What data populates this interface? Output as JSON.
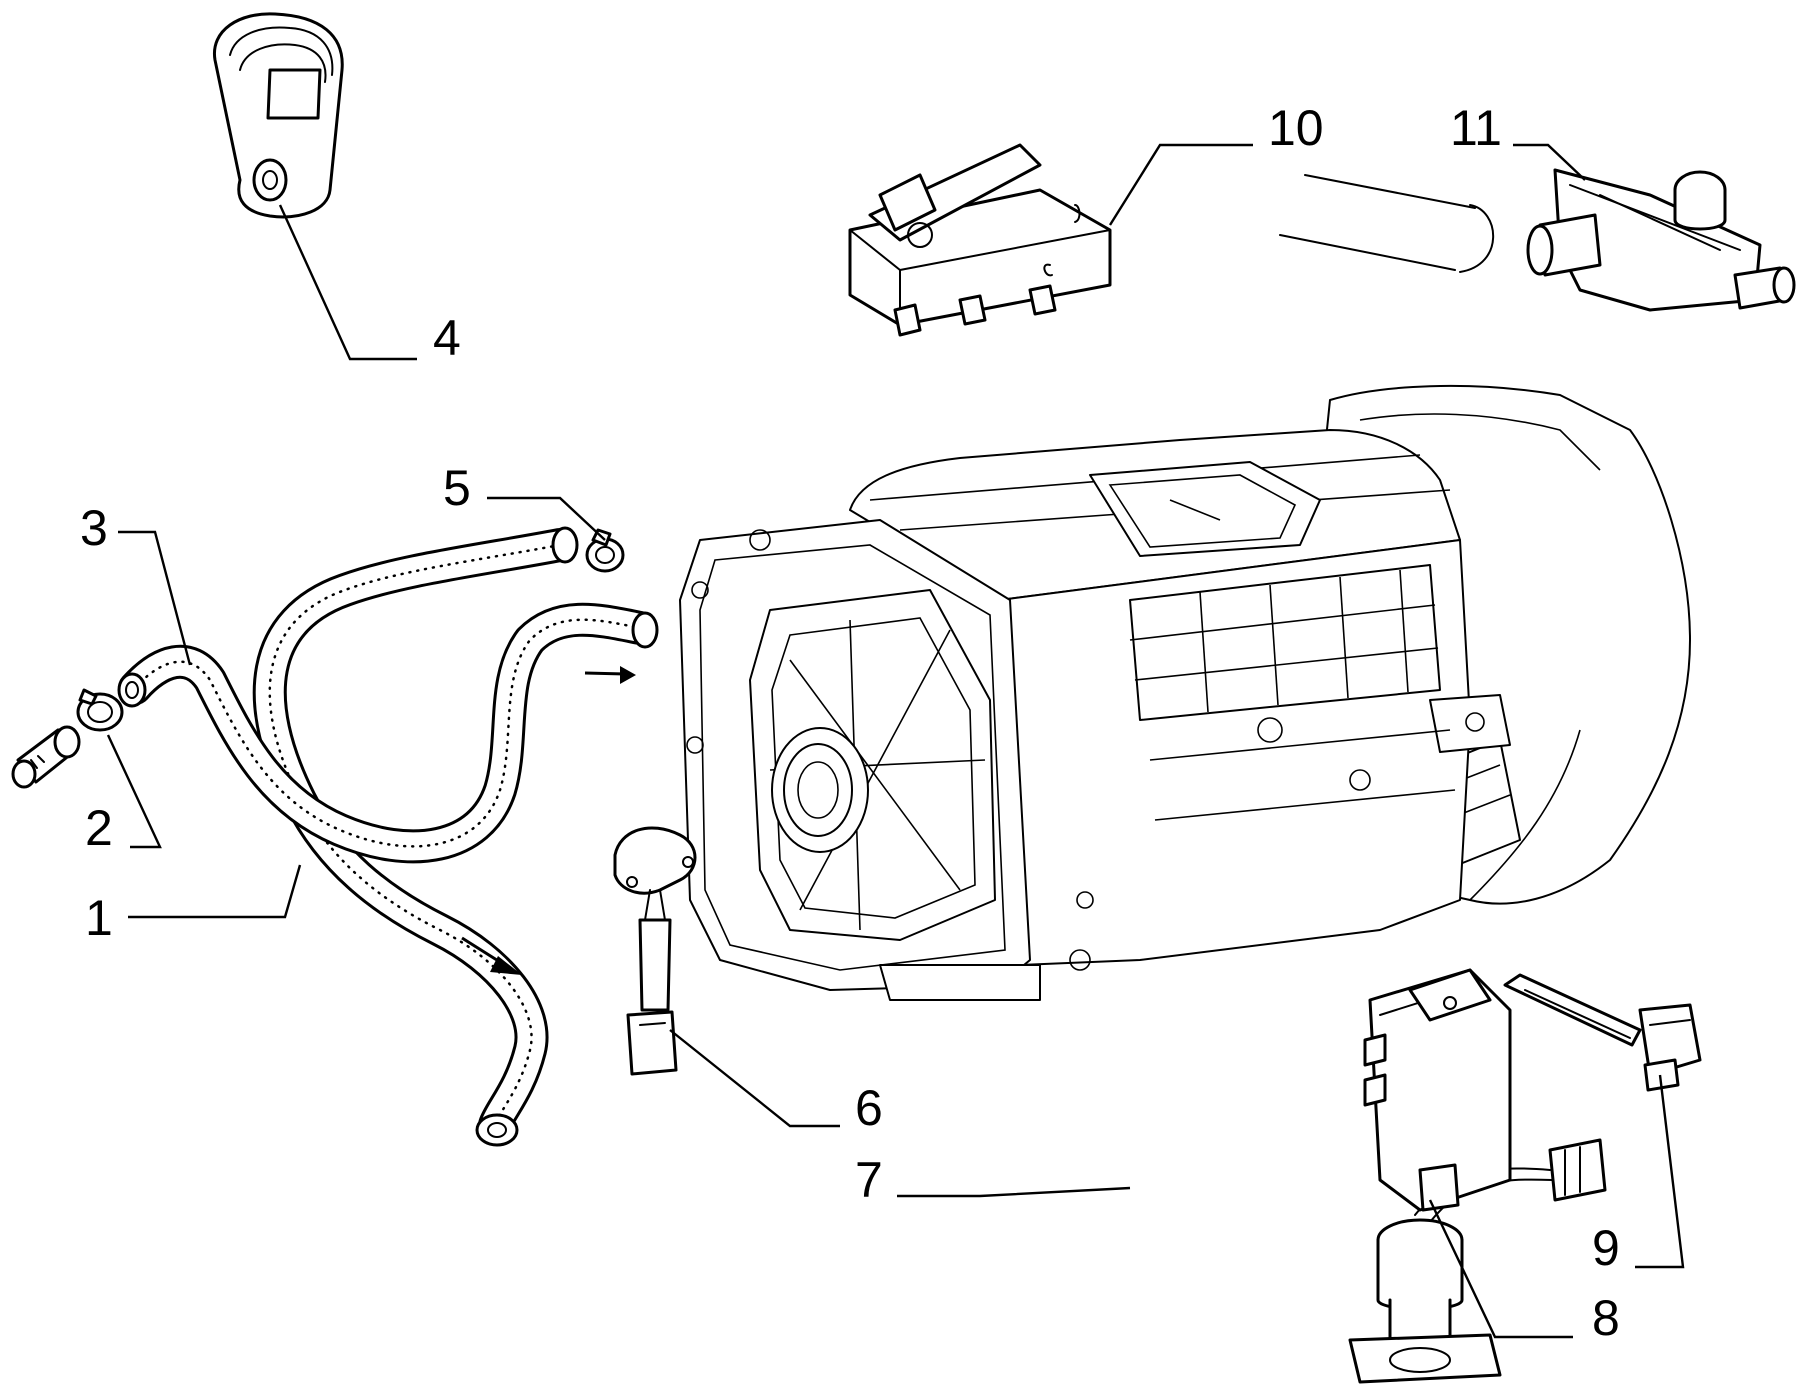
{
  "callouts": [
    {
      "id": "1",
      "text": "1"
    },
    {
      "id": "2",
      "text": "2"
    },
    {
      "id": "3",
      "text": "3"
    },
    {
      "id": "4",
      "text": "4"
    },
    {
      "id": "5",
      "text": "5"
    },
    {
      "id": "6",
      "text": "6"
    },
    {
      "id": "7",
      "text": "7"
    },
    {
      "id": "8",
      "text": "8"
    },
    {
      "id": "9",
      "text": "9"
    },
    {
      "id": "10",
      "text": "10"
    },
    {
      "id": "11",
      "text": "11"
    }
  ],
  "colors": {
    "ink": "#000000",
    "paper": "#ffffff"
  }
}
